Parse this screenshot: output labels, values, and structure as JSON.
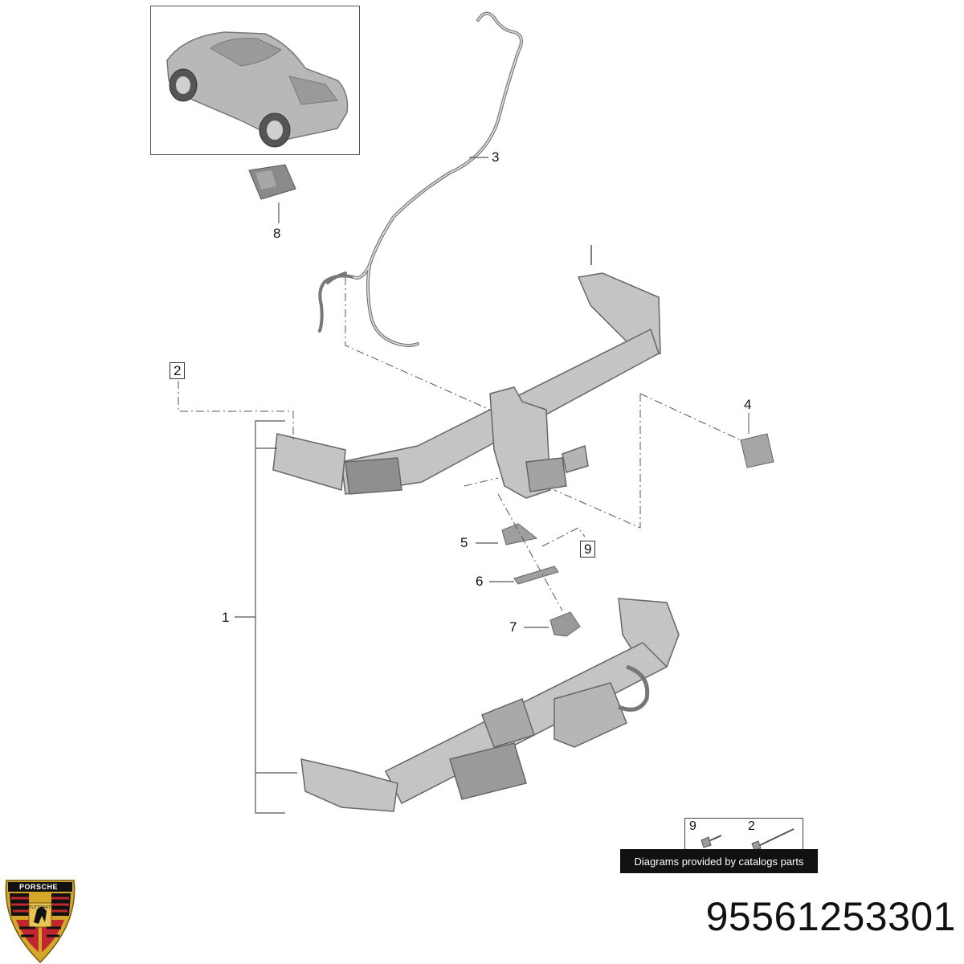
{
  "callouts": {
    "c1": "1",
    "c2": "2",
    "c3": "3",
    "c4": "4",
    "c5": "5",
    "c6": "6",
    "c7": "7",
    "c8": "8",
    "c9": "9"
  },
  "legend": {
    "left_label": "9",
    "right_label": "2"
  },
  "banner_text": "Diagrams provided by catalogs parts",
  "part_number": "95561253301",
  "logo": {
    "brand_text": "PORSCHE",
    "city_text": "STUTTGART"
  },
  "colors": {
    "part_fill": "#c4c4c4",
    "part_shadow": "#8f8f8f",
    "line": "#555555",
    "banner_bg": "#111111",
    "crest_red": "#c0262d",
    "crest_gold": "#d4a62a"
  }
}
